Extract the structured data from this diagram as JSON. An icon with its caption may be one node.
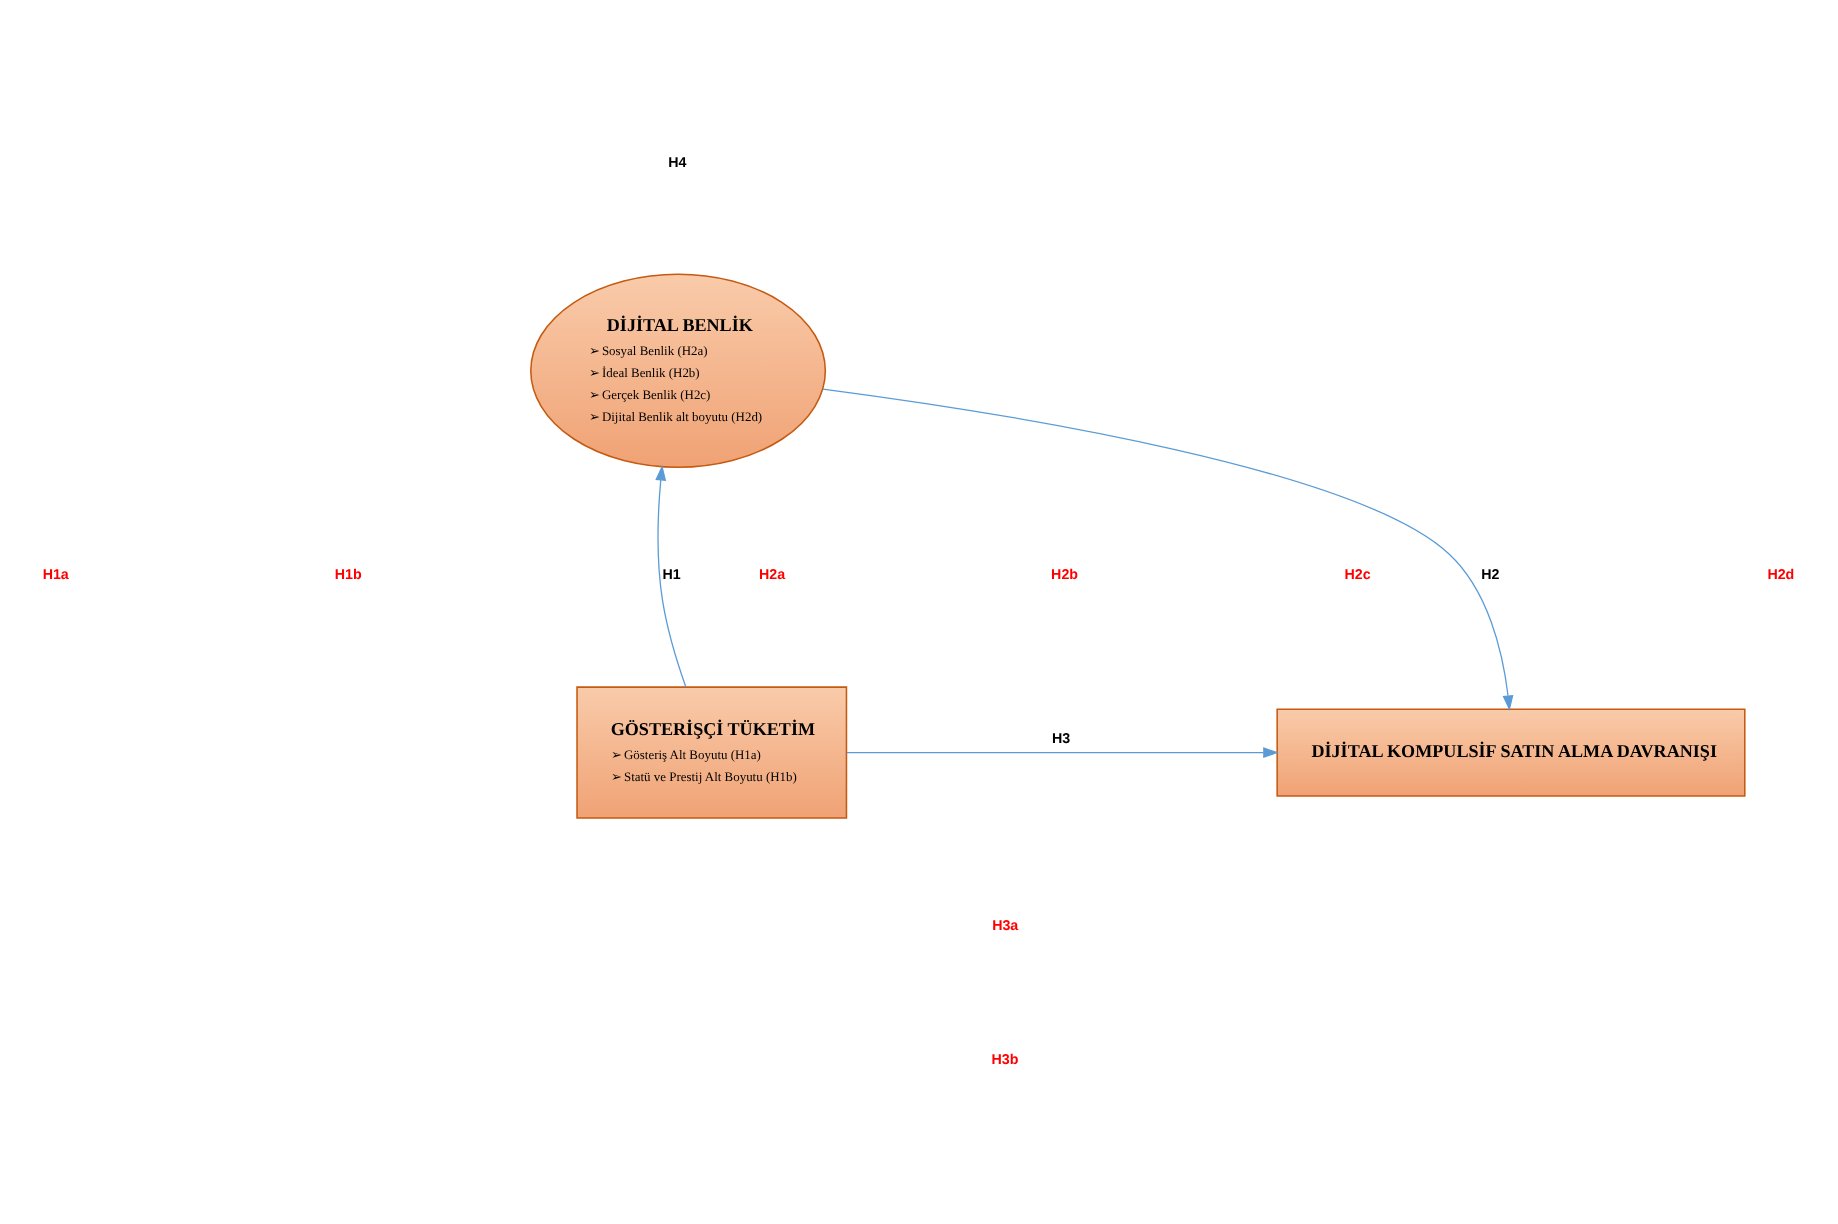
{
  "diagram": {
    "nodes": [
      {
        "text": [
          "DİJİTAL BENLİK",
          "➢ Sosyal Benlik (H2a)",
          "➢ İdeal Benlik (H2b)",
          "➢ Gerçek Benlik (H2c)",
          "➢ Dijital Benlik alt boyutu (H2d)"
        ]
      },
      {
        "text": [
          "GÖSTERİŞÇİ TÜKETİM",
          "➢ Gösteriş Alt Boyutu (H1a)",
          "➢ Statü ve Prestij Alt Boyutu (H1b)"
        ]
      },
      {
        "text": [
          "DİJİTAL KOMPULSİF SATIN ALMA DAVRANIŞI"
        ]
      }
    ],
    "edges": [
      {
        "from": 1,
        "to": 0,
        "arrow": "to",
        "label": "H1"
      },
      {
        "from": 0,
        "to": 2,
        "arrow": "to",
        "label": "H2"
      },
      {
        "from": 1,
        "to": 2,
        "arrow": "to",
        "label": "H3"
      }
    ],
    "labels": [
      "H4",
      "H1a",
      "H1b",
      "H2a",
      "H2b",
      "H2c",
      "H2d",
      "H3a",
      "H3b"
    ]
  }
}
